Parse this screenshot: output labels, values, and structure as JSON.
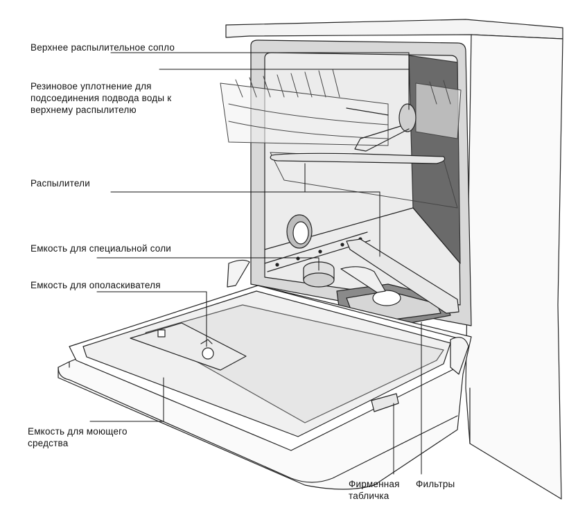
{
  "labels": {
    "upper_spray_nozzle": "Верхнее распылительное сопло",
    "rubber_seal": "Резиновое уплотнение для\nподсоединения подвода воды к\nверхнему распылителю",
    "spray_arms": "Распылители",
    "salt_container": "Емкость для специальной соли",
    "rinse_aid_container": "Емкость для ополаскивателя",
    "detergent_container": "Емкость для моющего\nсредства",
    "rating_plate": "Фирменная\nтабличка",
    "filters": "Фильтры"
  }
}
